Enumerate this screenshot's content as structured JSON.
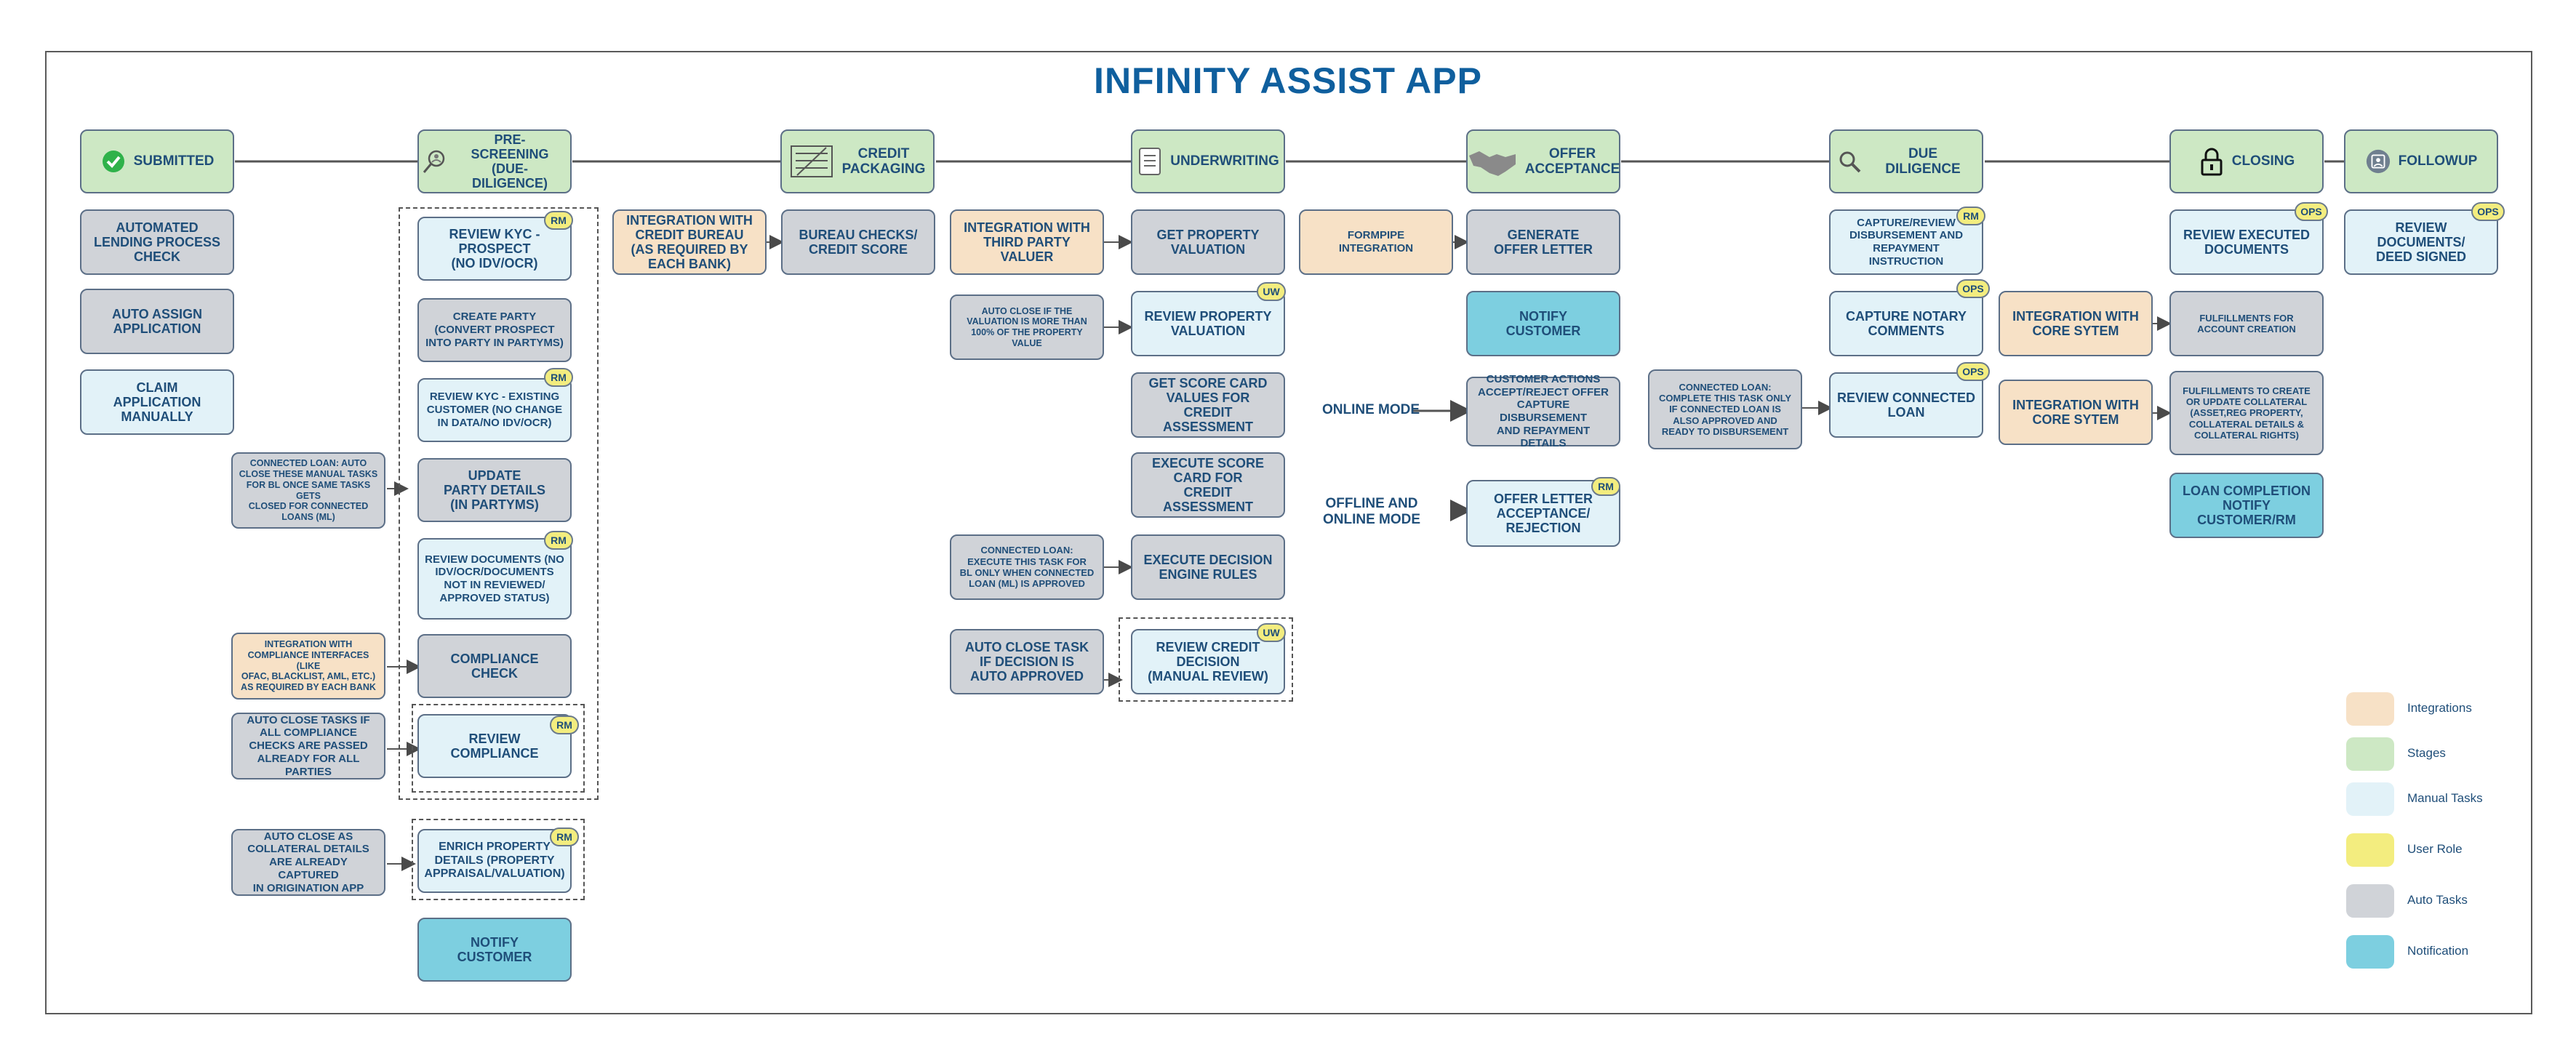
{
  "title": "INFINITY ASSIST APP",
  "stages": {
    "submitted": "SUBMITTED",
    "prescreening": "PRE-SCREENING\n(DUE-DILIGENCE)",
    "credit_packaging": "CREDIT\nPACKAGING",
    "underwriting": "UNDERWRITING",
    "offer_acceptance": "OFFER\nACCEPTANCE",
    "due_diligence": "DUE DILIGENCE",
    "closing": "CLOSING",
    "followup": "FOLLOWUP"
  },
  "submitted_col": {
    "automated_lending": "AUTOMATED\nLENDING PROCESS\nCHECK",
    "auto_assign": "AUTO ASSIGN\nAPPLICATION",
    "claim_manual": "CLAIM\nAPPLICATION\nMANUALLY",
    "connected_loan_note": "CONNECTED LOAN: AUTO\nCLOSE THESE MANUAL TASKS\nFOR BL ONCE SAME TASKS GETS\nCLOSED FOR CONNECTED\nLOANS (ML)",
    "compliance_integration": "INTEGRATION WITH\nCOMPLIANCE INTERFACES (LIKE\nOFAC, BLACKLIST, AML, ETC.)\nAS REQUIRED BY EACH BANK",
    "auto_close_compliance": "AUTO CLOSE TASKS IF\nALL COMPLIANCE\nCHECKS ARE PASSED\nALREADY FOR ALL PARTIES",
    "auto_close_collateral": "AUTO CLOSE AS\nCOLLATERAL DETAILS\nARE ALREADY CAPTURED\nIN ORIGINATION APP"
  },
  "prescreening_col": {
    "review_kyc_prospect": "REVIEW KYC -\nPROSPECT\n(NO IDV/OCR)",
    "create_party": "CREATE PARTY\n(CONVERT PROSPECT\nINTO PARTY IN PARTYMS)",
    "review_kyc_existing": "REVIEW KYC - EXISTING\nCUSTOMER (NO CHANGE\nIN DATA/NO IDV/OCR)",
    "update_party": "UPDATE\nPARTY DETAILS\n(IN PARTYMS)",
    "review_documents": "REVIEW DOCUMENTS (NO\nIDV/OCR/DOCUMENTS\nNOT IN REVIEWED/\nAPPROVED STATUS)",
    "compliance_check": "COMPLIANCE\nCHECK",
    "review_compliance": "REVIEW\nCOMPLIANCE",
    "enrich_property": "ENRICH PROPERTY\nDETAILS (PROPERTY\nAPPRAISAL/VALUATION)",
    "notify_customer": "NOTIFY\nCUSTOMER"
  },
  "credit_col": {
    "credit_bureau_integration": "INTEGRATION WITH\nCREDIT BUREAU\n(AS REQUIRED BY\nEACH BANK)",
    "bureau_checks": "BUREAU CHECKS/\nCREDIT SCORE"
  },
  "underwriting_col": {
    "third_party_valuer": "INTEGRATION WITH\nTHIRD PARTY VALUER",
    "get_property_valuation": "GET PROPERTY\nVALUATION",
    "auto_close_valuation": "AUTO CLOSE IF THE\nVALUATION IS MORE THAN\n100% OF THE PROPERTY\nVALUE",
    "review_property_valuation": "REVIEW PROPERTY\nVALUATION",
    "get_score_card": "GET SCORE CARD\nVALUES FOR\nCREDIT ASSESSMENT",
    "execute_score_card": "EXECUTE SCORE\nCARD FOR\nCREDIT ASSESSMENT",
    "connected_loan_execute": "CONNECTED LOAN:\nEXECUTE THIS TASK FOR\nBL ONLY WHEN CONNECTED\nLOAN (ML) IS APPROVED",
    "execute_decision_engine": "EXECUTE DECISION\nENGINE RULES",
    "auto_close_decision": "AUTO CLOSE TASK\nIF DECISION IS\nAUTO APPROVED",
    "review_credit_decision": "REVIEW CREDIT\nDECISION\n(MANUAL REVIEW)"
  },
  "offer_col": {
    "formpipe": "FORMPIPE\nINTEGRATION",
    "generate_offer": "GENERATE\nOFFER LETTER",
    "notify_customer": "NOTIFY\nCUSTOMER",
    "online_mode": "ONLINE MODE",
    "customer_actions": "CUSTOMER ACTIONS\nACCEPT/REJECT OFFER\nCAPTURE DISBURSEMENT\nAND REPAYMENT DETAILS",
    "offline_online_mode": "OFFLINE AND\nONLINE MODE",
    "offer_letter_acceptance": "OFFER LETTER\nACCEPTANCE/\nREJECTION"
  },
  "due_diligence_col": {
    "capture_disbursement": "CAPTURE/REVIEW\nDISBURSEMENT AND\nREPAYMENT INSTRUCTION",
    "capture_notary": "CAPTURE NOTARY\nCOMMENTS",
    "connected_loan_complete": "CONNECTED LOAN:\nCOMPLETE THIS TASK ONLY\nIF CONNECTED LOAN IS\nALSO APPROVED AND\nREADY TO DISBURSEMENT",
    "review_connected_loan": "REVIEW CONNECTED\nLOAN"
  },
  "closing_col": {
    "core_integration_1": "INTEGRATION WITH\nCORE SYTEM",
    "core_integration_2": "INTEGRATION WITH\nCORE SYTEM",
    "review_executed": "REVIEW EXECUTED\nDOCUMENTS",
    "fulfillment_account": "FULFILLMENTS FOR\nACCOUNT CREATION",
    "fulfillment_collateral": "FULFILLMENTS TO CREATE\nOR UPDATE COLLATERAL\n(ASSET,REG PROPERTY,\nCOLLATERAL DETAILS &\nCOLLATERAL RIGHTS)",
    "loan_completion": "LOAN COMPLETION\nNOTIFY\nCUSTOMER/RM"
  },
  "followup_col": {
    "review_deed": "REVIEW DOCUMENTS/\nDEED SIGNED"
  },
  "roles": {
    "rm": "RM",
    "uw": "UW",
    "ops": "OPS"
  },
  "legend": {
    "integrations": "Integrations",
    "stages": "Stages",
    "manual_tasks": "Manual Tasks",
    "user_role": "User Role",
    "auto_tasks": "Auto Tasks",
    "notification": "Notification"
  },
  "colors": {
    "integrations": "#f7e1c6",
    "stages": "#cde8c4",
    "manual_tasks": "#e2f2f8",
    "user_role": "#f3ed7f",
    "auto_tasks": "#d0d3d8",
    "notification": "#7dcfe0"
  },
  "icons": [
    "check-circle-icon",
    "magnifier-person-icon",
    "form-document-icon",
    "document-list-icon",
    "handshake-icon",
    "search-document-icon",
    "padlock-icon",
    "calendar-person-icon"
  ]
}
